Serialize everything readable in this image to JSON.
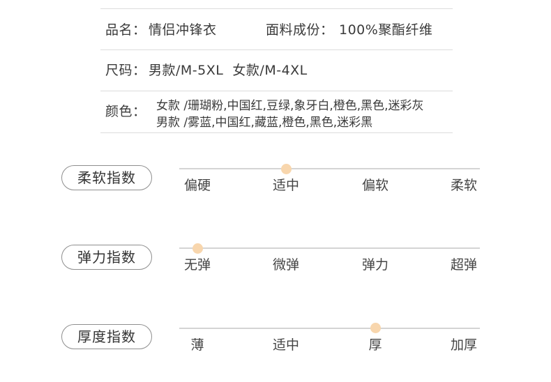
{
  "info": {
    "product_label": "品名：",
    "product_value": "情侣冲锋衣",
    "fabric_label": "面料成份：",
    "fabric_value": "100%聚酯纤维",
    "size_label": "尺码：",
    "size_value": "男款/M-5XL  女款/M-4XL",
    "color_label": "颜色：",
    "color_women": "女款 /珊瑚粉,中国红,豆绿,象牙白,橙色,黑色,迷彩灰",
    "color_men": "男款 /雾蓝,中国红,藏蓝,橙色,黑色,迷彩黑"
  },
  "scales": [
    {
      "title": "柔软指数",
      "options": [
        "偏硬",
        "适中",
        "偏软",
        "柔软"
      ],
      "selected": "适中",
      "selected_index": 1
    },
    {
      "title": "弹力指数",
      "options": [
        "无弹",
        "微弹",
        "弹力",
        "超弹"
      ],
      "selected": "无弹",
      "selected_index": 0
    },
    {
      "title": "厚度指数",
      "options": [
        "薄",
        "适中",
        "厚",
        "加厚"
      ],
      "selected": "厚",
      "selected_index": 2
    }
  ],
  "colors": {
    "knob": "#f8d6ad",
    "track": "#d4d4d4",
    "divider": "#dcdcdc",
    "pill_border": "#8e8e8e"
  }
}
